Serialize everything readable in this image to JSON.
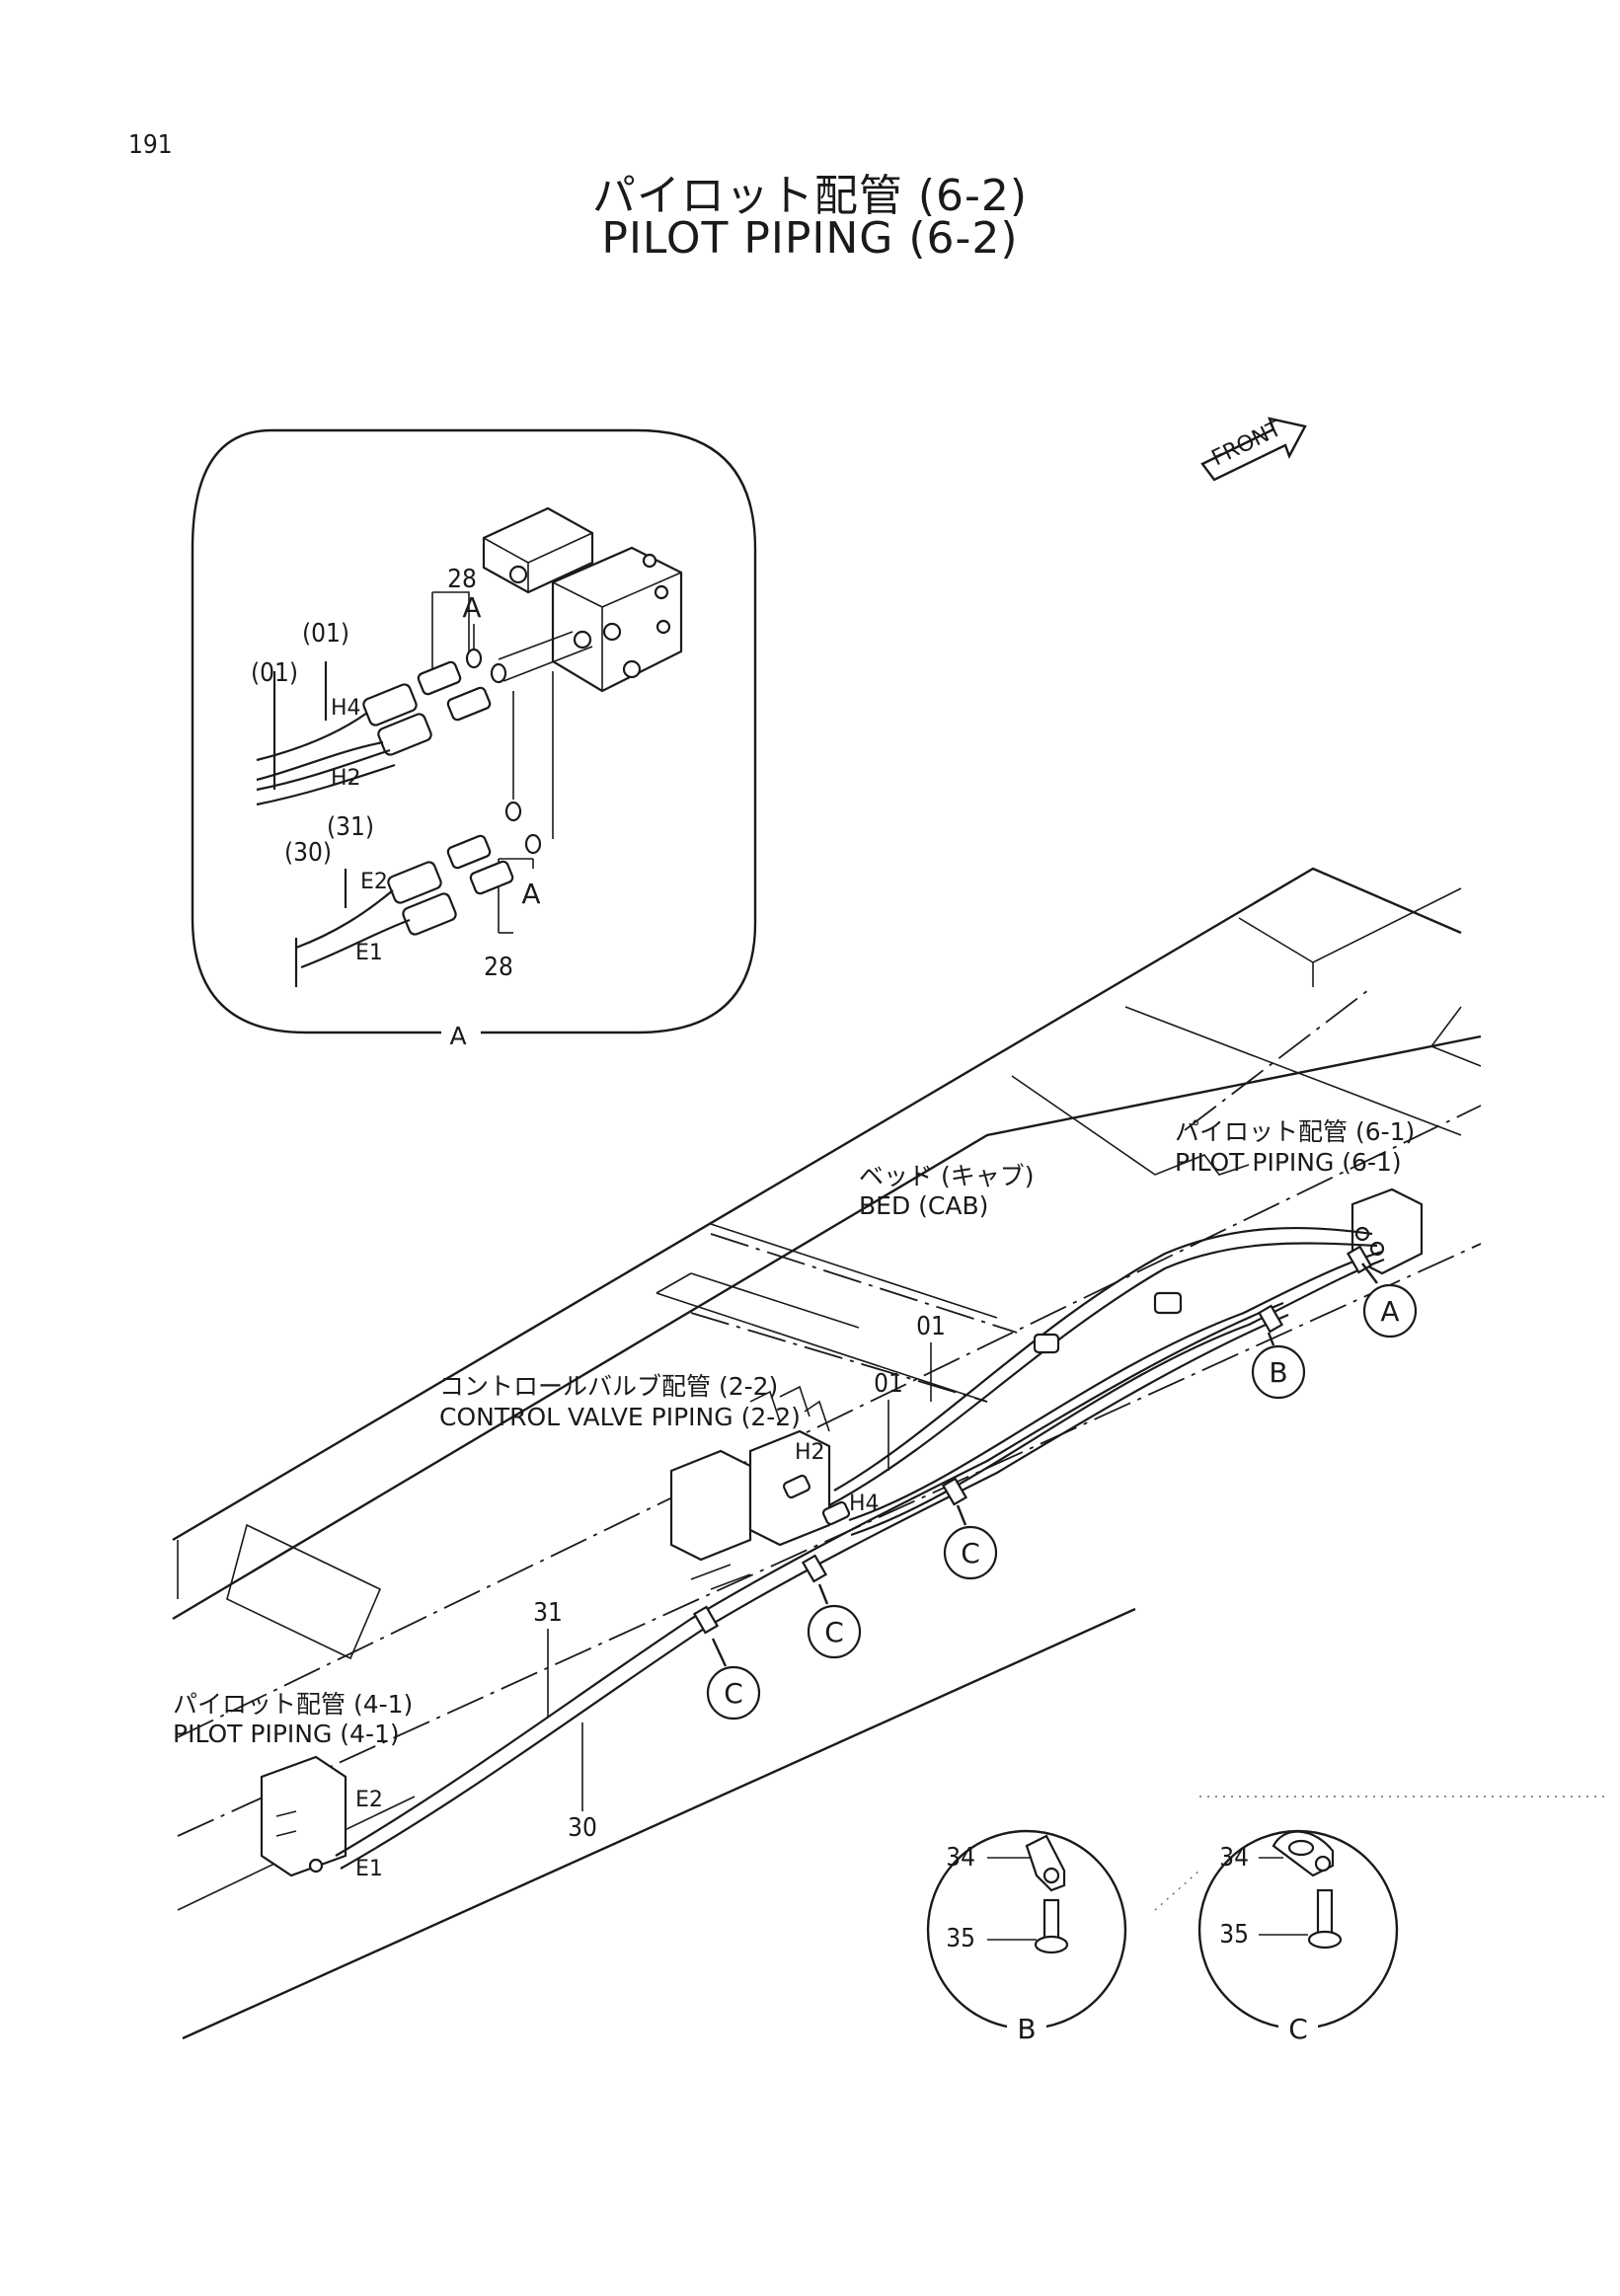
{
  "page_number": "191",
  "title_ja": "パイロット配管 (6-2)",
  "title_en": "PILOT PIPING (6-2)",
  "front_label": "FRONT",
  "callouts": {
    "pilot_6_1_ja": "パイロット配管 (6-1)",
    "pilot_6_1_en": "PILOT PIPING (6-1)",
    "bed_ja": "ベッド (キャブ)",
    "bed_en": "BED (CAB)",
    "control_valve_ja": "コントロールバルブ配管 (2-2)",
    "control_valve_en": "CONTROL VALVE PIPING (2-2)",
    "pilot_4_1_ja": "パイロット配管 (4-1)",
    "pilot_4_1_en": "PILOT PIPING (4-1)"
  },
  "detail_a": {
    "view_label": "A",
    "part_28_top": "28",
    "part_28_bottom": "28",
    "marker_a_top": "A",
    "marker_a_bottom": "A",
    "part_01_left": "(01)",
    "part_01_right": "(01)",
    "part_31": "(31)",
    "part_30": "(30)",
    "port_h4": "H4",
    "port_h2": "H2",
    "port_e2": "E2",
    "port_e1": "E1"
  },
  "main": {
    "part_01_a": "01",
    "part_01_b": "01",
    "part_31": "31",
    "part_30": "30",
    "port_h2": "H2",
    "port_h4": "H4",
    "port_e2": "E2",
    "port_e1": "E1",
    "ref_a": "A",
    "ref_b": "B",
    "ref_c1": "C",
    "ref_c2": "C",
    "ref_c3": "C"
  },
  "detail_b": {
    "view_label": "B",
    "part_34": "34",
    "part_35": "35"
  },
  "detail_c": {
    "view_label": "C",
    "part_34": "34",
    "part_35": "35"
  },
  "icons": [
    "front-arrow-icon",
    "clamp-icon",
    "bolt-icon"
  ]
}
